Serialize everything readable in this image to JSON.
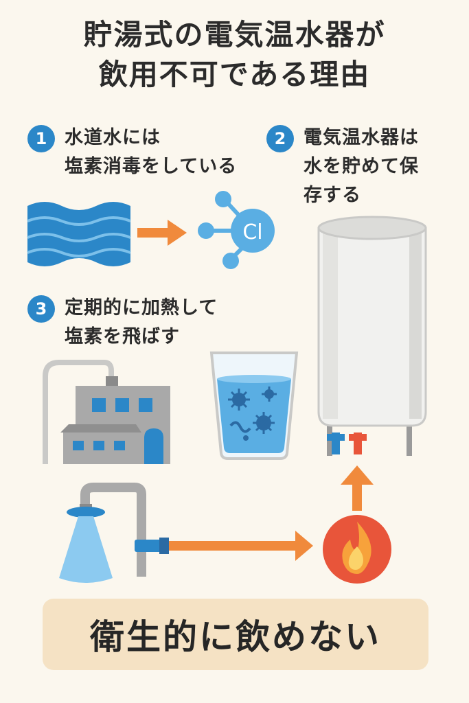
{
  "title": {
    "line1": "貯湯式の電気温水器が",
    "line2": "飲用不可である理由"
  },
  "steps": [
    {
      "number": "1",
      "line1": "水道水には",
      "line2": "塩素消毒をしている"
    },
    {
      "number": "2",
      "line1": "電気温水器は",
      "line2": "水を貯めて保",
      "line3": "存する"
    },
    {
      "number": "3",
      "line1": "定期的に加熱して",
      "line2": "塩素を飛ばす"
    }
  ],
  "chlorine_symbol": "Cl",
  "conclusion": "衛生的に飲めない",
  "colors": {
    "background": "#fbf7ee",
    "accent_blue": "#2b87c8",
    "arrow_orange": "#f08a3c",
    "flame_red": "#e8553a",
    "conclusion_bg": "#f5e2c4"
  },
  "icons": [
    "water-waves-icon",
    "chlorine-molecule-icon",
    "water-tank-icon",
    "water-plant-icon",
    "glass-with-germs-icon",
    "faucet-icon",
    "flame-icon"
  ]
}
